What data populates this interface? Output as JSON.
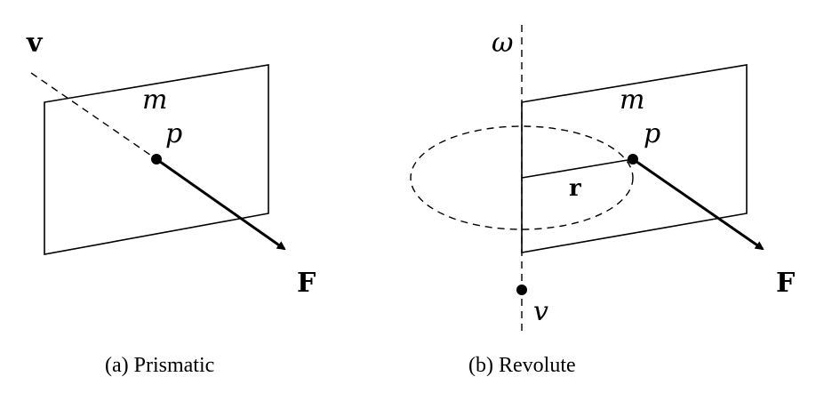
{
  "figure_a": {
    "axis_label": "v",
    "mass_label": "m",
    "point_label": "p",
    "force_label": "F",
    "caption": "(a) Prismatic"
  },
  "figure_b": {
    "axis_label": "ω",
    "mass_label": "m",
    "point_label": "p",
    "radius_label": "r",
    "force_label": "F",
    "pivot_label": "v",
    "caption": "(b) Revolute"
  }
}
